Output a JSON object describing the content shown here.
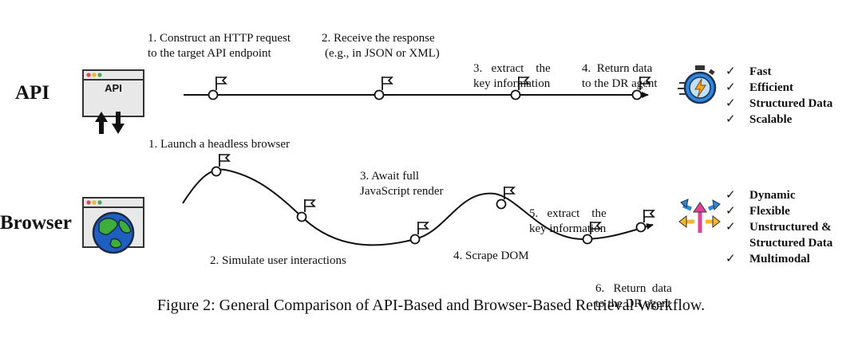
{
  "rows": {
    "api": "API",
    "browser": "Browser"
  },
  "icons": {
    "api_window": "browser-window-icon",
    "api_window_text": "API",
    "transfer": "up-down-arrows-icon",
    "globe": "globe-icon",
    "stopwatch": "stopwatch-lightning-icon",
    "split": "split-arrows-icon",
    "flag": "flag-icon"
  },
  "api_steps": [
    {
      "line1": "1. Construct an HTTP request",
      "line2": "to the target API endpoint"
    },
    {
      "line1": "2. Receive the response",
      "line2": "(e.g.,  in JSON or XML)"
    },
    {
      "line1": "3.   extract    the",
      "line2": "key information"
    },
    {
      "line1": "4.  Return data",
      "line2": "to the DR agent"
    }
  ],
  "browser_steps": [
    {
      "line1": "1. Launch a headless browser",
      "line2": ""
    },
    {
      "line1": "2. Simulate user interactions",
      "line2": ""
    },
    {
      "line1": "3. Await full",
      "line2": "JavaScript render"
    },
    {
      "line1": "4. Scrape DOM",
      "line2": ""
    },
    {
      "line1": "5.   extract    the",
      "line2": "key information"
    },
    {
      "line1": "6.   Return  data",
      "line2": "to the DR agent"
    }
  ],
  "api_features": [
    "Fast",
    "Efficient",
    "Structured Data",
    "Scalable"
  ],
  "browser_features": [
    "Dynamic",
    "Flexible",
    "Unstructured &",
    "Structured Data",
    "Multimodal"
  ],
  "check_mark": "✓",
  "caption": "Figure 2: General Comparison of API-Based and Browser-Based Retrieval Workflow.",
  "colors": {
    "globe_ocean": "#1f5fbf",
    "globe_land": "#3cae3c",
    "stopwatch_face": "#2f86de",
    "bolt": "#f5a623",
    "arrow_blue": "#2f86de",
    "arrow_pink": "#e0449a",
    "arrow_yellow": "#f5b72e",
    "window_dots": [
      "#e24b4b",
      "#f2b632",
      "#46b04a"
    ]
  }
}
